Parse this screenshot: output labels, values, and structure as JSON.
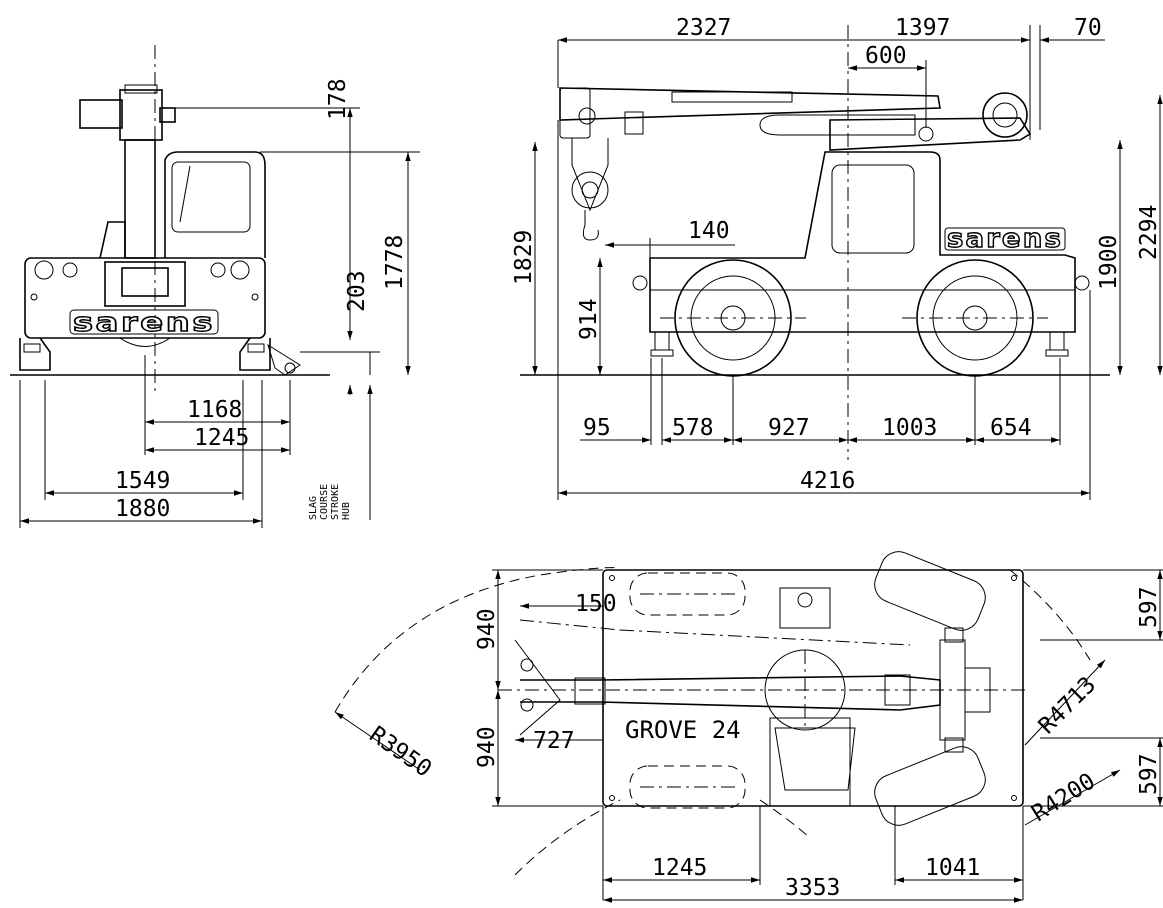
{
  "brand": "sarens",
  "model": "GROVE 24",
  "legend": [
    "SLAG",
    "COURSE",
    "STROKE",
    "HUB"
  ],
  "front_view": {
    "dims": {
      "top_gap": "178",
      "ground_gap": "203",
      "height": "1778",
      "track_1168": "1168",
      "track_1245": "1245",
      "width_1549": "1549",
      "width_1880": "1880"
    }
  },
  "side_view": {
    "dims": {
      "boom_2327": "2327",
      "boom_1397": "1397",
      "boom_70": "70",
      "boom_600": "600",
      "offset_140": "140",
      "hook_1829": "1829",
      "axle_914": "914",
      "cab_1900": "1900",
      "total_2294": "2294",
      "base_95": "95",
      "base_578": "578",
      "base_927": "927",
      "base_1003": "1003",
      "base_654": "654",
      "length_4216": "4216"
    }
  },
  "top_view": {
    "dims": {
      "off_150": "150",
      "half_940_top": "940",
      "half_940_bottom": "940",
      "off_727": "727",
      "r_3950": "R3950",
      "r_4713": "R4713",
      "r_4200": "R4200",
      "w_597_top": "597",
      "w_597_bottom": "597",
      "b_1245": "1245",
      "b_1041": "1041",
      "b_3353": "3353"
    }
  }
}
